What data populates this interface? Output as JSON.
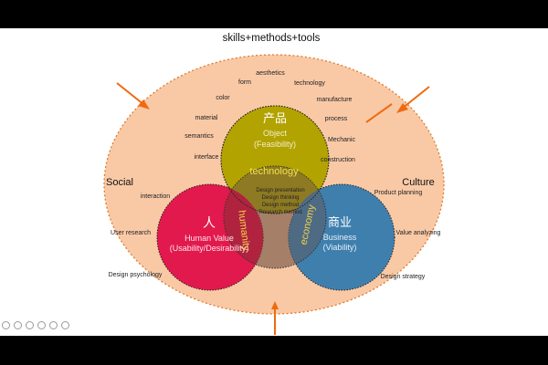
{
  "header": {
    "title": "skills+methods+tools"
  },
  "sides": {
    "left": "Social",
    "right": "Culture"
  },
  "circles": {
    "object": {
      "cn": "产品",
      "en": "Object",
      "sub": "(Feasibility)",
      "color": "#b2a300"
    },
    "human": {
      "cn": "人",
      "en": "Human Value",
      "sub": "(Usability/Desirability)",
      "color": "#e2194c"
    },
    "business": {
      "cn": "商业",
      "en": "Business",
      "sub": "(Viability)",
      "color": "#3f7fae"
    },
    "center_color": "#97725d",
    "ellipse_color": "#f9c9a6",
    "arrow_color": "#f06a0f"
  },
  "overlaps": {
    "technology": "technology",
    "humanity": "humanity",
    "economy": "economy"
  },
  "center_items": [
    "Design presentation",
    "Design thinking",
    "Design method",
    "Research method"
  ],
  "object_terms": {
    "aesthetics": "aesthetics",
    "form": "form",
    "technology": "technology",
    "color": "color",
    "manufacture": "manufacture",
    "material": "material",
    "process": "process",
    "semantics": "semantics",
    "mechanic": "Mechanic",
    "interface": "interface",
    "construction": "construction"
  },
  "human_terms": {
    "interaction": "interaction",
    "user_research": "User research",
    "design_psychology": "Design psychology"
  },
  "business_terms": {
    "product_planning": "Product planning",
    "value_analyzing": "Value analyzing",
    "design_strategy": "Design strategy"
  }
}
